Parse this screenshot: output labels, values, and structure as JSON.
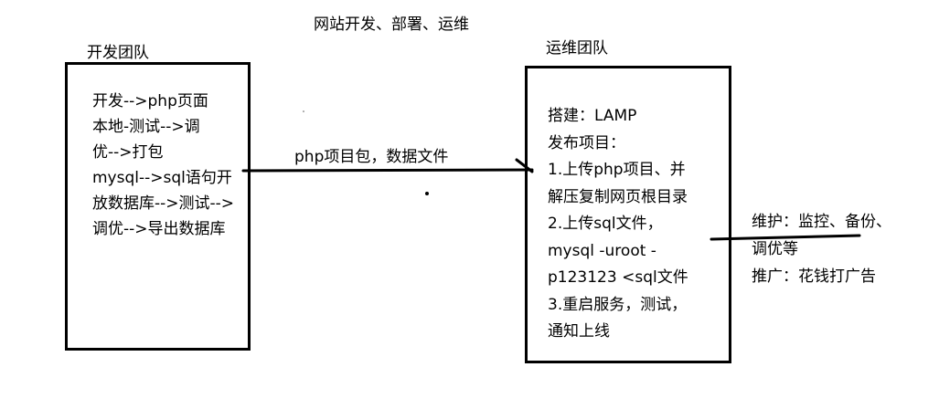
{
  "title": "网站开发、部署、运维",
  "dev_team": {
    "label": "开发团队",
    "lines": [
      "开发-->php页面",
      "本地-测试-->调",
      "优-->打包",
      "mysql-->sql语句开",
      "放数据库-->测试-->",
      "调优-->导出数据库"
    ]
  },
  "ops_team": {
    "label": "运维团队",
    "lines": [
      "搭建：LAMP",
      "发布项目：",
      "1.上传php项目、并",
      "解压复制网页根目录",
      "2.上传sql文件，",
      "mysql -uroot -",
      "p123123 <sql文件",
      "3.重启服务，测试，",
      "通知上线"
    ]
  },
  "arrow_label": "php项目包，数据文件",
  "side_notes": {
    "line1": "维护：监控、备份、",
    "line2": "调优等",
    "line3": "推广：花钱打广告"
  },
  "colors": {
    "ink": "#000000",
    "background": "#ffffff"
  }
}
